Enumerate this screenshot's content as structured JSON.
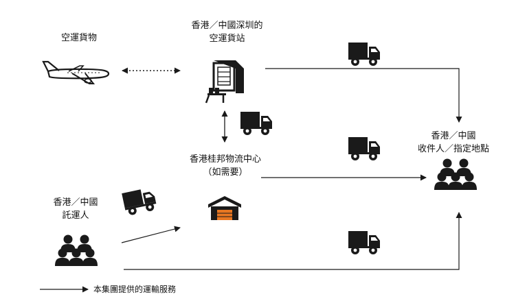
{
  "nodes": {
    "air_cargo": {
      "label": "空運貨物",
      "icon": "airplane-icon"
    },
    "cargo_terminal": {
      "line1": "香港／中國深圳的",
      "line2": "空運貨站",
      "icon": "conveyor-terminal-icon"
    },
    "logistics_center": {
      "line1": "香港桂邦物流中心",
      "line2": "（如需要）",
      "icon": "warehouse-icon"
    },
    "shipper": {
      "line1": "香港／中國",
      "line2": "託運人",
      "icon": "people-group-icon"
    },
    "consignee": {
      "line1": "香港／中國",
      "line2": "收件人／指定地點",
      "icon": "people-group-icon"
    }
  },
  "legend": {
    "text": "本集團提供的運輸服務",
    "icon": "arrow-right-icon"
  },
  "colors": {
    "ink": "#1a1a1a",
    "warehouse_roof": "#1a1a1a",
    "warehouse_door": "#e87722"
  },
  "icons": [
    "truck-icon"
  ]
}
